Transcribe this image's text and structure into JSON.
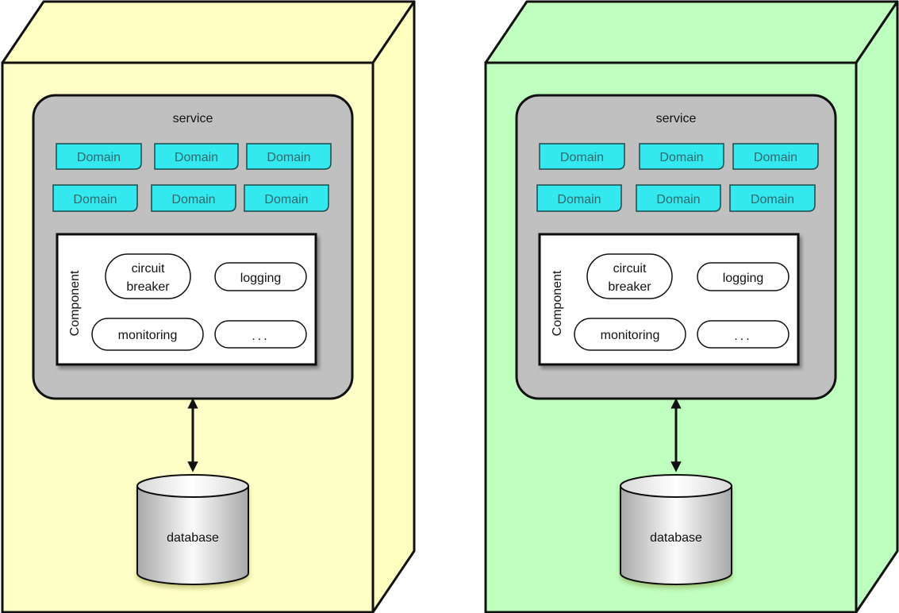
{
  "panels": [
    {
      "id": "left",
      "colors": {
        "box_front": "#ffffc8",
        "box_side": "#ffffc0",
        "box_top": "#ffffc4"
      },
      "service": {
        "title": "service",
        "domains": [
          "Domain",
          "Domain",
          "Domain",
          "Domain",
          "Domain",
          "Domain"
        ],
        "component": {
          "title": "Component",
          "items": [
            {
              "line1": "circuit",
              "line2": "breaker"
            },
            {
              "line1": "logging",
              "line2": ""
            },
            {
              "line1": "monitoring",
              "line2": ""
            },
            {
              "line1": "...",
              "line2": ""
            }
          ]
        }
      },
      "database": {
        "label": "database"
      }
    },
    {
      "id": "right",
      "colors": {
        "box_front": "#bfffc0",
        "box_side": "#bdffbe",
        "box_top": "#c0ffc0"
      },
      "service": {
        "title": "service",
        "domains": [
          "Domain",
          "Domain",
          "Domain",
          "Domain",
          "Domain",
          "Domain"
        ],
        "component": {
          "title": "Component",
          "items": [
            {
              "line1": "circuit",
              "line2": "breaker"
            },
            {
              "line1": "logging",
              "line2": ""
            },
            {
              "line1": "monitoring",
              "line2": ""
            },
            {
              "line1": "...",
              "line2": ""
            }
          ]
        }
      },
      "database": {
        "label": "database"
      }
    }
  ],
  "palette": {
    "service_fill": "#c0c0c0",
    "domain_fill": "#33e8ee",
    "component_fill": "#ffffff",
    "stroke": "#111111"
  }
}
